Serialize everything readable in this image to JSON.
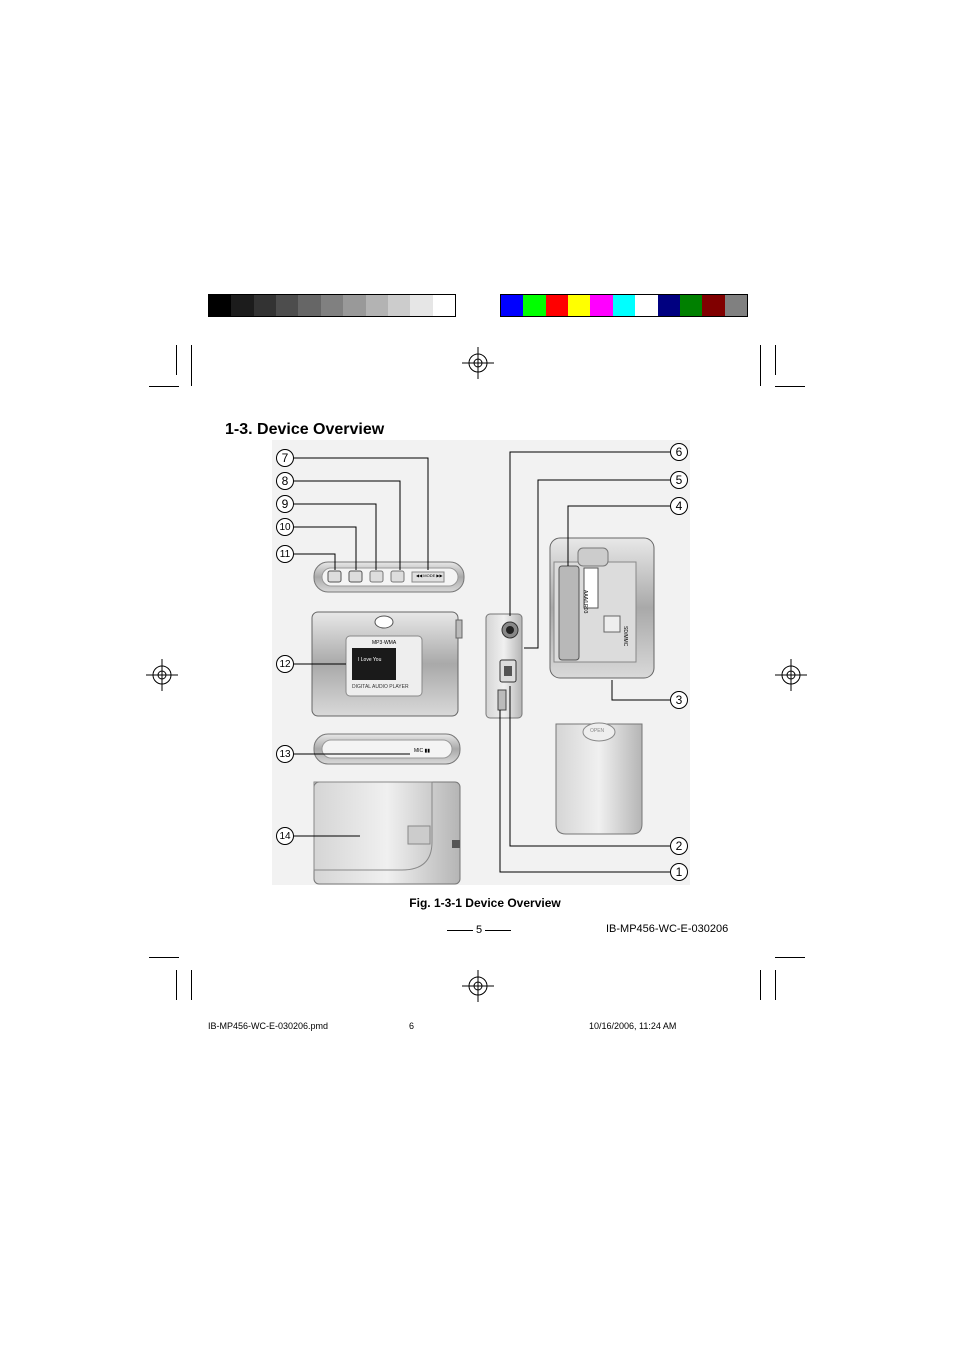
{
  "heading": "1-3. Device Overview",
  "caption": "Fig. 1-3-1 Device Overview",
  "page_number": "5",
  "doc_id": "IB-MP456-WC-E-030206",
  "footer": {
    "file": "IB-MP456-WC-E-030206.pmd",
    "sheet": "6",
    "timestamp": "10/16/2006, 11:24 AM"
  },
  "gray_swatches": [
    "#000000",
    "#1c1c1c",
    "#333333",
    "#4d4d4d",
    "#666666",
    "#808080",
    "#999999",
    "#b3b3b3",
    "#cccccc",
    "#e6e6e6",
    "#ffffff"
  ],
  "color_swatches": [
    "#0000ff",
    "#00ff00",
    "#ff0000",
    "#ffff00",
    "#ff00ff",
    "#00ffff",
    "#ffffff",
    "#000080",
    "#008000",
    "#800000",
    "#808080"
  ],
  "callouts": [
    "1",
    "2",
    "3",
    "4",
    "5",
    "6",
    "7",
    "8",
    "9",
    "10",
    "11",
    "12",
    "13",
    "14"
  ],
  "device_text": {
    "front_format": "MP3·WMA",
    "screen_song": "I Love You",
    "front_label": "DIGITAL AUDIO PLAYER",
    "mode_label": "◀◀ MODE ▶▶",
    "mic_label": "MIC ▮▮",
    "battery_label": "AAA/LR03",
    "card_label": "SD/MMC",
    "open_label": "OPEN"
  }
}
